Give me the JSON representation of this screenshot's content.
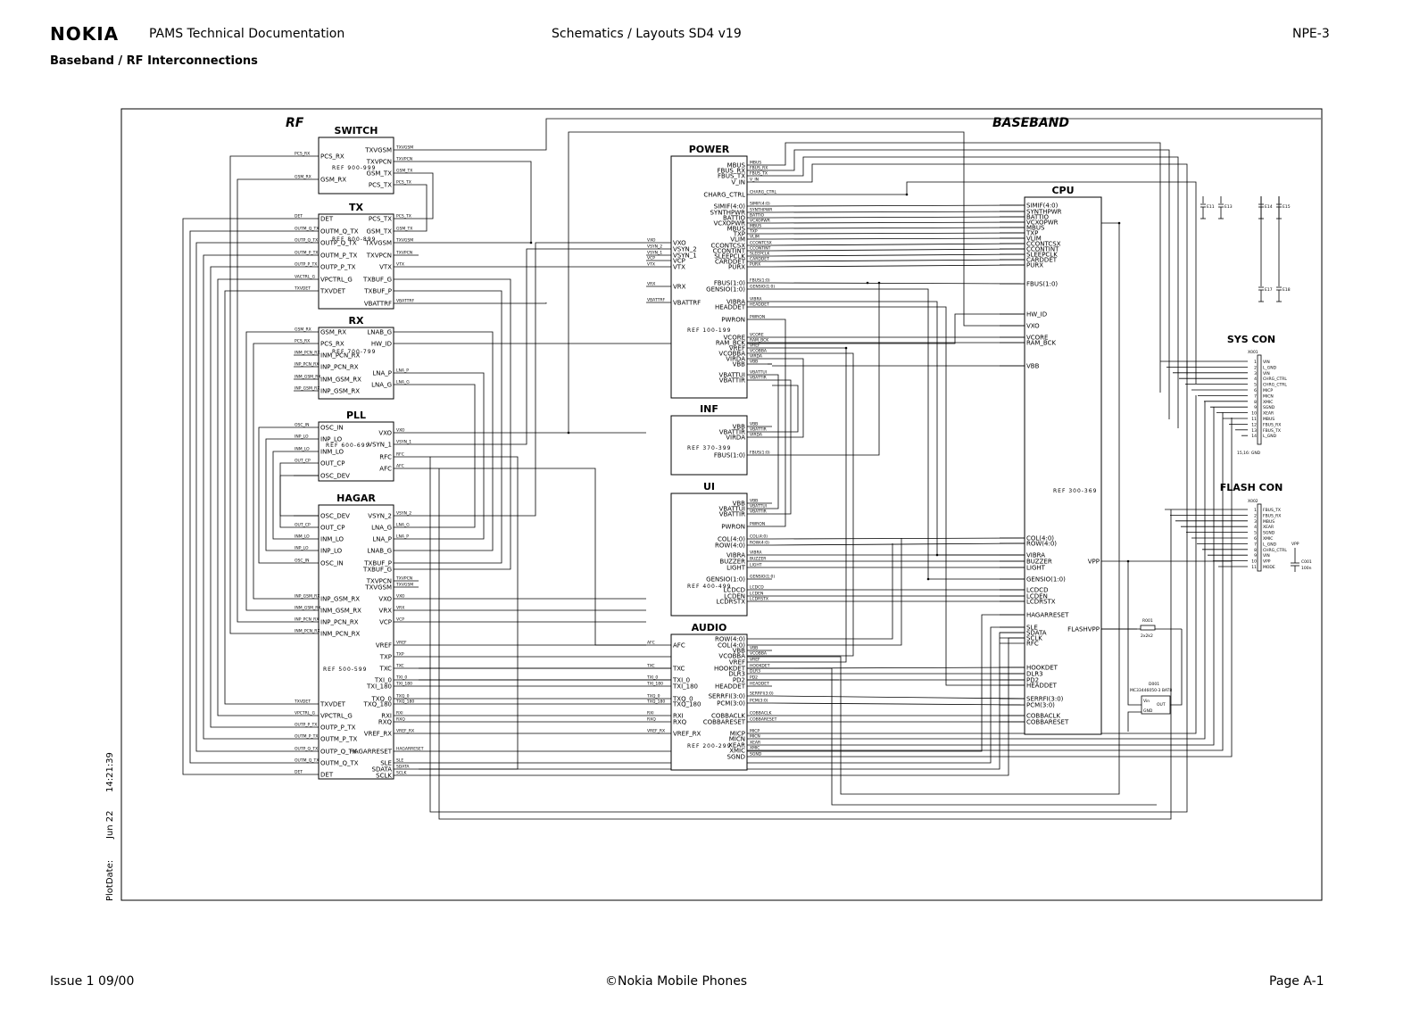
{
  "header": {
    "brand": "NOKIA",
    "doc_title": "PAMS Technical Documentation",
    "center_title": "Schematics / Layouts SD4 v19",
    "model": "NPE-3",
    "subtitle": "Baseband / RF Interconnections"
  },
  "footer": {
    "issue": "Issue 1 09/00",
    "copyright": "©Nokia Mobile Phones",
    "page": "Page A-1"
  },
  "plot": {
    "label": "PlotDate:",
    "date": "Jun 22",
    "time": "14:21:39"
  },
  "sections": {
    "rf": "RF",
    "baseband": "BASEBAND"
  },
  "blocks": {
    "switch": {
      "title": "SWITCH",
      "ref": "REF 900-999",
      "left_pins": [
        "PCS_RX",
        "GSM_RX"
      ],
      "right_pins": [
        "TXVGSM",
        "TXVPCN",
        "GSM_TX",
        "PCS_TX"
      ],
      "left_nets": [
        "PCS_RX",
        "GSM_RX"
      ],
      "right_nets": [
        "TXVGSM",
        "TXVPCN",
        "GSM_TX",
        "PCS_TX"
      ]
    },
    "tx": {
      "title": "TX",
      "ref": "REF 800-899",
      "left_pins": [
        "DET",
        "OUTM_Q_TX",
        "OUTP_Q_TX",
        "OUTM_P_TX",
        "OUTP_P_TX",
        "VPCTRL_G",
        "TXVDET"
      ],
      "right_pins": [
        "PCS_TX",
        "GSM_TX",
        "TXVGSM",
        "TXVPCN",
        "VTX",
        "TXBUF_G",
        "TXBUF_P",
        "VBATTRF"
      ],
      "left_nets": [
        "DET",
        "OUTM_Q_TX",
        "OUTP_Q_TX",
        "OUTM_P_TX",
        "OUTP_P_TX",
        "VACTRL_G",
        "TXVDET"
      ],
      "right_nets": [
        "PCS_TX",
        "GSM_TX",
        "TXVGSM",
        "TXVPCN",
        "VTX",
        "",
        "",
        "VBATTRF"
      ]
    },
    "rx": {
      "title": "RX",
      "ref": "REF 700-799",
      "left_pins": [
        "GSM_RX",
        "PCS_RX",
        "INM_PCN_RX",
        "INP_PCN_RX",
        "INM_GSM_RX",
        "INP_GSM_RX"
      ],
      "right_pins": [
        "LNAB_G",
        "HW_ID",
        "LNA_P",
        "LNA_G"
      ],
      "left_nets": [
        "GSM_RX",
        "PCS_RX",
        "INM_PCN_RX",
        "INP_PCN_RX",
        "INM_GSM_RX",
        "INP_GSM_RX"
      ],
      "right_nets": [
        "",
        "",
        "LNA_P",
        "LNA_G"
      ]
    },
    "pll": {
      "title": "PLL",
      "ref": "REF 600-699",
      "left_pins": [
        "OSC_IN",
        "INP_LO",
        "INM_LO",
        "OUT_CP",
        "OSC_DEV"
      ],
      "right_pins": [
        "VXO",
        "VSYN_1",
        "RFC",
        "AFC"
      ],
      "left_nets": [
        "OSC_IN",
        "INP_LO",
        "INM_LO",
        "OUT_CP",
        ""
      ],
      "right_nets": [
        "VXO",
        "VSYN_1",
        "RFC",
        "AFC"
      ]
    },
    "hagar": {
      "title": "HAGAR",
      "ref": "REF 500-599",
      "left_pins": [
        "OSC_DEV",
        "OUT_CP",
        "INM_LO",
        "INP_LO",
        "OSC_IN",
        "INP_GSM_RX",
        "INM_GSM_RX",
        "INP_PCN_RX",
        "INM_PCN_RX",
        "TXVDET",
        "VPCTRL_G",
        "OUTP_P_TX",
        "OUTM_P_TX",
        "OUTP_Q_TX",
        "OUTM_Q_TX",
        "DET"
      ],
      "right_pins": [
        "VSYN_2",
        "LNA_G",
        "LNA_P",
        "LNAB_G",
        "TXBUF_P",
        "TXBUF_G",
        "TXVPCN",
        "TXVGSM",
        "VXO",
        "VRX",
        "VCP",
        "VREF",
        "TXP",
        "TXC",
        "TXI_0",
        "TXI_180",
        "TXQ_0",
        "TXQ_180",
        "RXI",
        "RXQ",
        "VREF_RX",
        "HAGARRESET",
        "SLE",
        "SDATA",
        "SCLK"
      ],
      "left_nets": [
        "",
        "OUT_CP",
        "INM_LO",
        "INP_LO",
        "OSC_IN",
        "INP_GSM_RX",
        "INM_GSM_RX",
        "INP_PCN_RX",
        "INM_PCN_RX",
        "TXVDET",
        "VPCTRL_G",
        "OUTP_P_TX",
        "OUTM_P_TX",
        "OUTP_Q_TX",
        "OUTM_Q_TX",
        "DET"
      ],
      "right_nets": [
        "VSYN_2",
        "LNA_G",
        "LNA_P",
        "",
        "",
        "",
        "TXVPCN",
        "TXVGSM",
        "VXO",
        "VRX",
        "VCP",
        "VREF",
        "TXP",
        "TXC",
        "TXI_0",
        "TXI_180",
        "TXQ_0",
        "TXQ_180",
        "RXI",
        "RXQ",
        "VREF_RX",
        "HAGARRESET",
        "SLE",
        "SDATA",
        "SCLK"
      ]
    },
    "power": {
      "title": "POWER",
      "ref": "REF 100-199",
      "left_pins": [
        "VXO",
        "VSYN_2",
        "VSYN_1",
        "VCP",
        "VTX",
        "VRX",
        "VBATTRF"
      ],
      "right_pins": [
        "MBUS",
        "FBUS_RX",
        "FBUS_TX",
        "V_IN",
        "CHARG_CTRL",
        "SIMIF(4:0)",
        "SYNTHPWR",
        "BATTIO",
        "VCXOPWR",
        "MBUS",
        "TXP",
        "VLIM",
        "CCONTCSX",
        "CCONTINT",
        "SLEEPCLK",
        "CARDDET",
        "PURX",
        "FBUS(1:0)",
        "GENSIO(1:0)",
        "VIBRA",
        "HEADDET",
        "PWRON",
        "VCORE",
        "RAM_BCK",
        "VREF",
        "VCOBBA",
        "VIRDA",
        "VBB",
        "VBATTUI",
        "VBATTIR"
      ],
      "left_nets": [
        "VXO",
        "VSYN_2",
        "VSYN_1",
        "VCP",
        "VTX",
        "VRX",
        "VBATTRF"
      ],
      "right_nets": [
        "MBUS",
        "FBUS_RX",
        "FBUS_TX",
        "V_IN",
        "CHARG_CTRL",
        "SIMIF(4:0)",
        "SYNTHPWR",
        "BATTIO",
        "VCXOPWR",
        "MBUS",
        "TXP",
        "VLIM",
        "CCONTCSX",
        "CCONTINT",
        "SLEEPCLK",
        "CARDDET",
        "PURX",
        "FBUS(1:0)",
        "GENSIO(1:0)",
        "VIBRA",
        "HEADDET",
        "PWRON",
        "VCORE",
        "RAM_BCK",
        "VREF",
        "VCOBBA",
        "VIRDA",
        "VBB",
        "VBATTUI",
        "VBATTIR"
      ]
    },
    "inf": {
      "title": "INF",
      "ref": "REF 370-399",
      "right_pins": [
        "VBB",
        "VBATTIR",
        "VIRDA",
        "FBUS(1:0)"
      ],
      "right_nets": [
        "VBB",
        "VBATTIR",
        "VIRDA",
        "FBUS(1:0)"
      ]
    },
    "ui": {
      "title": "UI",
      "ref": "REF 400-499",
      "right_pins": [
        "VBB",
        "VBATTUI",
        "VBATTIR",
        "PWRON",
        "COL(4:0)",
        "ROW(4:0)",
        "VIBRA",
        "BUZZER",
        "LIGHT",
        "GENSIO(1:0)",
        "LCDCD",
        "LCDEN",
        "LCDRSTX"
      ],
      "right_nets": [
        "VBB",
        "VBATTUI",
        "VBATTIR",
        "PWRON",
        "COL(4:0)",
        "ROW(4:0)",
        "VIBRA",
        "BUZZER",
        "LIGHT",
        "GENSIO(1:0)",
        "LCDCD",
        "LCDEN",
        "LCDRSTX"
      ]
    },
    "audio": {
      "title": "AUDIO",
      "ref": "REF 200-299",
      "left_pins": [
        "AFC",
        "TXC",
        "TXI_0",
        "TXI_180",
        "TXQ_0",
        "TXQ_180",
        "RXI",
        "RXQ",
        "VREF_RX"
      ],
      "right_pins": [
        "ROW(4:0)",
        "COL(4:0)",
        "VBB",
        "VCOBBA",
        "VREF",
        "HOOKDET",
        "DLR3",
        "PD2",
        "HEADDET",
        "SERRFI(3:0)",
        "PCM(3:0)",
        "COBBACLK",
        "COBBARESET",
        "MICP",
        "MICN",
        "XEAR",
        "XMIC",
        "SGND"
      ],
      "left_nets": [
        "AFC",
        "TXC",
        "TXI_0",
        "TXI_180",
        "TXQ_0",
        "TXQ_180",
        "RXI",
        "RXQ",
        "VREF_RX"
      ],
      "right_nets": [
        "",
        "",
        "VBB",
        "VCOBBA",
        "VREF",
        "HOOKDET",
        "DLR3",
        "PD2",
        "HEADDET",
        "SERRFI(3:0)",
        "PCM(3:0)",
        "COBBACLK",
        "COBBARESET",
        "MICP",
        "MICN",
        "XEAR",
        "XMIC",
        "SGND"
      ]
    },
    "cpu": {
      "title": "CPU",
      "ref": "REF 300-369",
      "left_pins": [
        "SIMIF(4:0)",
        "SYNTHPWR",
        "BATTIO",
        "VCXOPWR",
        "MBUS",
        "TXP",
        "VLIM",
        "CCONTCSX",
        "CCONTINT",
        "SLEEPCLK",
        "CARDDET",
        "PURX",
        "FBUS(1:0)",
        "HW_ID",
        "VXO",
        "VCORE",
        "RAM_BCK",
        "VBB",
        "COL(4:0)",
        "ROW(4:0)",
        "VIBRA",
        "BUZZER",
        "LIGHT",
        "GENSIO(1:0)",
        "LCDCD",
        "LCDEN",
        "LCDRSTX",
        "HAGARRESET",
        "SLE",
        "SDATA",
        "SCLK",
        "RFC",
        "HOOKDET",
        "DLR3",
        "PD2",
        "HEADDET",
        "SERRFI(3:0)",
        "PCM(3:0)",
        "COBBACLK",
        "COBBARESET"
      ],
      "right_pins": [
        "VPP",
        "FLASHVPP"
      ]
    },
    "syscon": {
      "title": "SYS CON",
      "ref_label": "X001",
      "pins": [
        "1",
        "2",
        "3",
        "4",
        "5",
        "6",
        "7",
        "8",
        "9",
        "10",
        "11",
        "12",
        "13",
        "14"
      ],
      "signals": [
        "VIN",
        "L_GND",
        "VIN",
        "CHRG_CTRL",
        "CHRG_CTRL",
        "MICP",
        "MICN",
        "XMIC",
        "SGND",
        "XEAR",
        "MBUS",
        "FBUS_RX",
        "FBUS_TX",
        "L_GND"
      ],
      "gnd_note": "15,16: GND"
    },
    "flashcon": {
      "title": "FLASH CON",
      "ref_label": "X002",
      "pins": [
        "1",
        "2",
        "3",
        "4",
        "5",
        "6",
        "7",
        "8",
        "9",
        "10",
        "11"
      ],
      "signals": [
        "FBUS_TX",
        "FBUS_RX",
        "MBUS",
        "XEAR",
        "SGND",
        "XMIC",
        "L_GND",
        "CHRG_CTRL",
        "VIN",
        "VPP",
        "MODE"
      ]
    },
    "misc": {
      "r001": "R001",
      "r001_val": "2x2k2",
      "d001": "D001",
      "d001_part": "MC33446050-3 BAT8",
      "d001_in": "Vin",
      "d001_out": "OUT",
      "d001_gnd": "GND",
      "c001": "C001",
      "c001_val": "100n",
      "vpp": "VPP",
      "caps": [
        "E11",
        "E13",
        "E14",
        "E15",
        "E17",
        "E18"
      ]
    }
  }
}
